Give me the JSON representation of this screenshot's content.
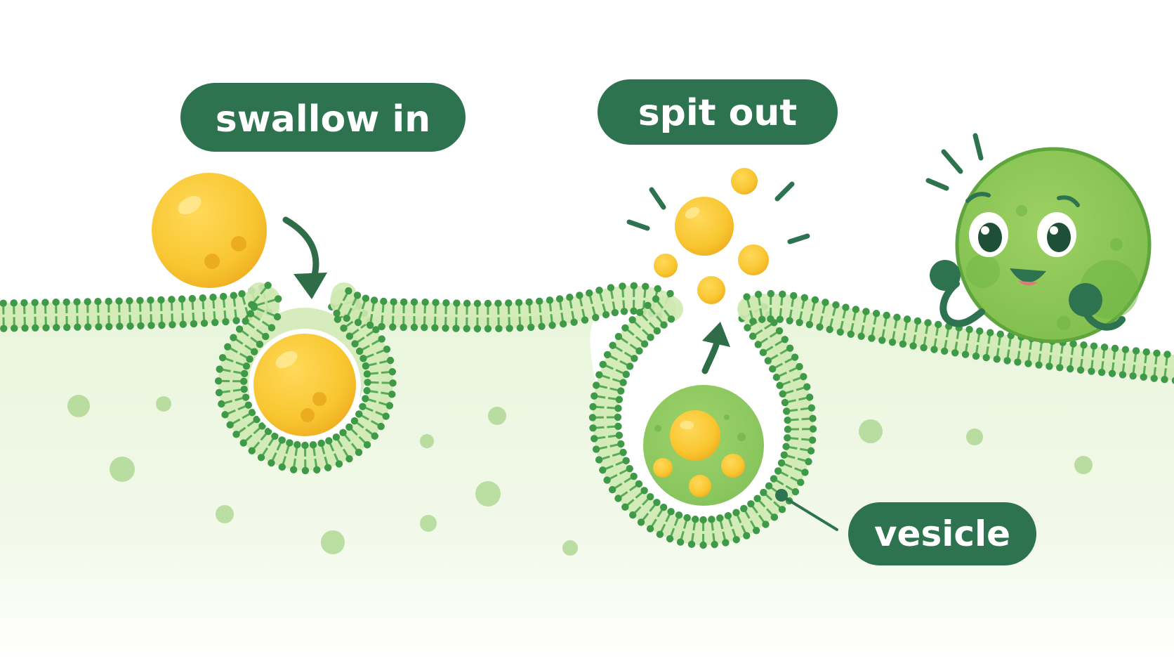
{
  "labels": {
    "swallow": "swallow in",
    "spit": "spit out",
    "vesicle": "vesicle"
  },
  "colors": {
    "label_bg": "#2e7350",
    "membrane_head": "#3f9a48",
    "membrane_tail": "#58ac57",
    "membrane_fill": "#cfe9b2",
    "particle": "#f7c52e",
    "particle_shade": "#eba61f",
    "cell_body": "#8cc755",
    "cytoplasm": "#eef7e2",
    "dots": "#a7d48a",
    "arrow": "#2e6d48"
  },
  "icons": {
    "down_arrow": "curved-arrow-down-icon",
    "up_arrow": "curved-arrow-up-icon",
    "cell": "smiling-cell-icon"
  }
}
